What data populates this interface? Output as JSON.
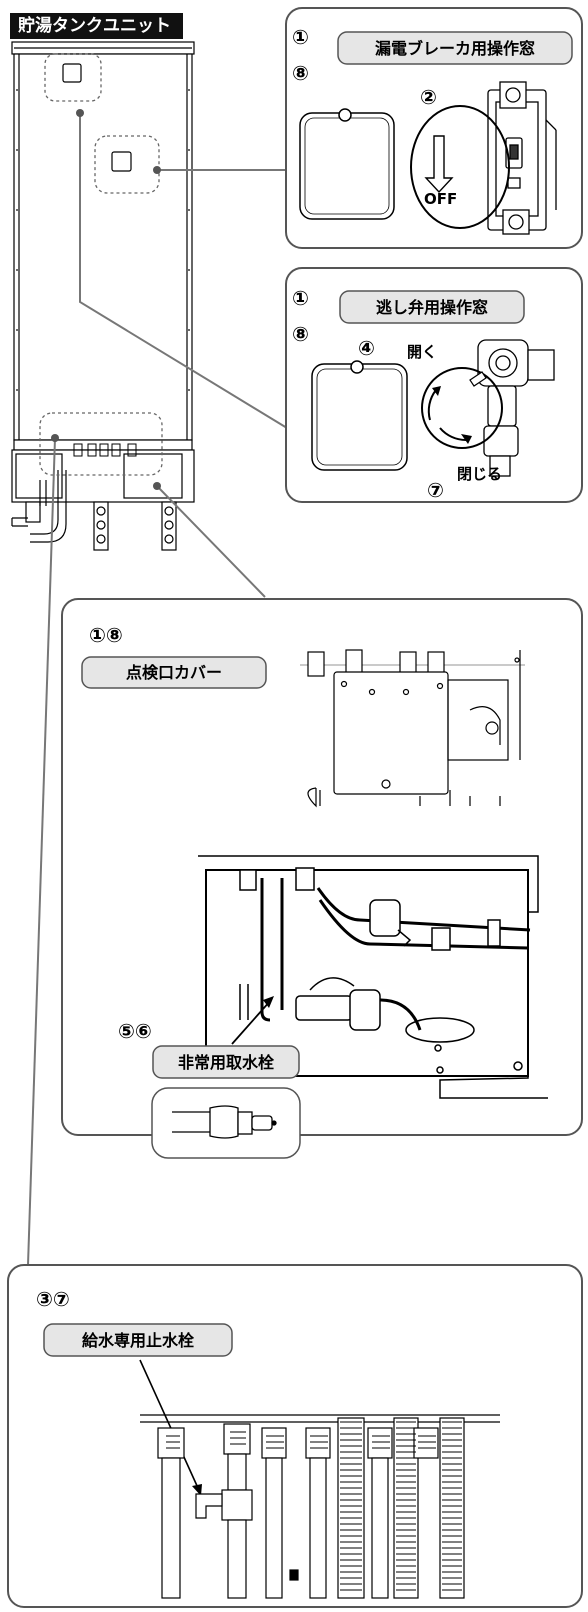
{
  "unit_title": "貯湯タンクユニット",
  "panels": {
    "breaker": {
      "label": "漏電ブレーカ用操作窓",
      "step_1": "①",
      "step_8": "⑧",
      "step_2": "②",
      "off_text": "OFF"
    },
    "relief_valve": {
      "label": "逃し弁用操作窓",
      "step_1": "①",
      "step_8": "⑧",
      "step_4": "④",
      "step_7": "⑦",
      "open_text": "開く",
      "close_text": "閉じる"
    },
    "inspection": {
      "steps": "①⑧",
      "label": "点検口カバー",
      "emergency_steps": "⑤⑥",
      "emergency_label": "非常用取水栓"
    },
    "supply": {
      "steps": "③⑦",
      "label": "給水専用止水栓"
    }
  },
  "colors": {
    "panel_border": "#555555",
    "pill_fill": "#e6e6e6",
    "leader_line": "#777777",
    "title_bg": "#111111"
  }
}
